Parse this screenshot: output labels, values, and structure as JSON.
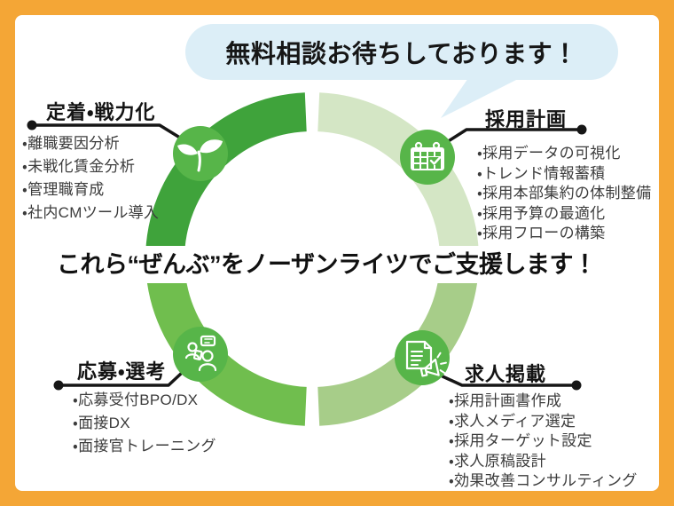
{
  "bubble": {
    "text": "無料相談お待ちしております！"
  },
  "center_message": "これら“ぜんぶ”をノーザンライツでご支援します！",
  "sections": [
    {
      "id": "teichaku",
      "title": "定着・戦力化",
      "icon": "seedling-icon",
      "items": [
        "・離職要因分析",
        "・未戦化賃金分析",
        "・管理職育成",
        "・社内CMツール導入"
      ]
    },
    {
      "id": "saiyou-keikaku",
      "title": "採用計画",
      "icon": "calendar-icon",
      "items": [
        "・採用データの可視化",
        "・トレンド情報蓄積",
        "・採用本部集約の体制整備",
        "・採用予算の最適化",
        "・採用フローの構築"
      ]
    },
    {
      "id": "oubo-senkou",
      "title": "応募・選考",
      "icon": "interview-icon",
      "items": [
        "・応募受付BPO/DX",
        "・面接DX",
        "・面接官トレーニング"
      ]
    },
    {
      "id": "kyuujin-keisai",
      "title": "求人掲載",
      "icon": "document-megaphone-icon",
      "items": [
        "・採用計画書作成",
        "・求人メディア選定",
        "・採用ターゲット設定",
        "・求人原稿設計",
        "・効果改善コンサルティング"
      ]
    }
  ],
  "colors": {
    "frame_orange": "#F4A636",
    "ring_top_left": "#3FA33B",
    "ring_top_right": "#D4E6C5",
    "ring_bottom_right": "#A7CD89",
    "ring_bottom_left": "#70BE4E",
    "icon_circle_green": "#57B549",
    "bubble_blue": "#DCEEF7",
    "line_black": "#161616"
  }
}
